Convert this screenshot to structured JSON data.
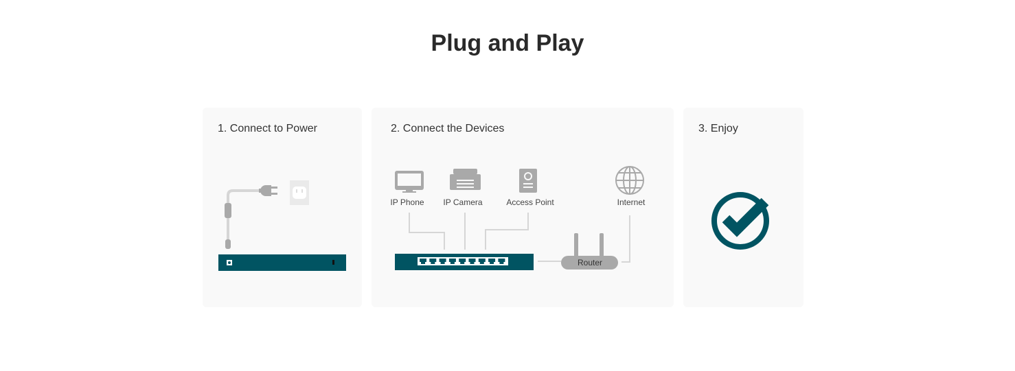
{
  "page": {
    "title": "Plug and Play"
  },
  "steps": [
    {
      "label": "1. Connect to Power"
    },
    {
      "label": "2. Connect the Devices",
      "devices": [
        "IP Phone",
        "IP Camera",
        "Access Point",
        "Internet"
      ],
      "router": "Router"
    },
    {
      "label": "3. Enjoy"
    }
  ],
  "colors": {
    "accent": "#015462",
    "card_bg": "#f9f9f9",
    "icon_gray": "#a9a9a9"
  }
}
